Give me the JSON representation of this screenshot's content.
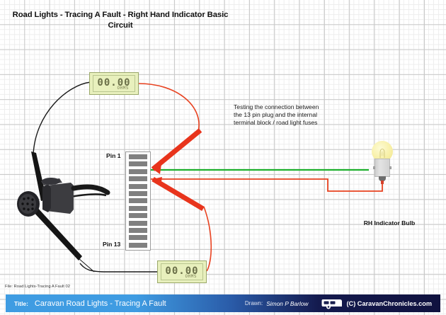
{
  "diagram": {
    "title": "Road Lights - Tracing A Fault - Right Hand Indicator Basic Circuit",
    "annotation": "Testing the connection between the 13 pin plug and the internal terminal block / road light fuses",
    "file_label": "File: Road Lights-Tracing A Fault 02",
    "terminal_block": {
      "pin_top_label": "Pin 1",
      "pin_bottom_label": "Pin 13",
      "segment_count": 13
    },
    "bulb_caption": "RH Indicator Bulb",
    "meters": [
      {
        "name": "meter-top",
        "value": "00.00",
        "unit": "OHMS"
      },
      {
        "name": "meter-bottom",
        "value": "00.00",
        "unit": "OHMS"
      }
    ],
    "colors": {
      "probe_red": "#e8341c",
      "wire_green": "#1fb02e",
      "wire_red": "#e8411f",
      "wire_black": "#1a1a1a",
      "meter_screen": "#e8f0bd",
      "bulb_glass": "#f6eea2",
      "footer_blue": "#3f9ce2",
      "footer_navy": "#10123f"
    }
  },
  "footer": {
    "title_label": "Title:",
    "title_text": "Caravan Road Lights - Tracing A Fault",
    "drawn_label": "Drawn:",
    "drawn_name": "Simon P Barlow",
    "copyright": "(C) CaravanChronicles.com"
  }
}
